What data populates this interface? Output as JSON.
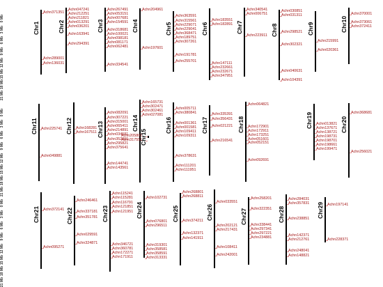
{
  "ruler": {
    "labels": [
      "0 Mb",
      "3 Mb",
      "6 Mb",
      "9 Mb",
      "12 Mb",
      "15 Mb",
      "18 Mb",
      "21 Mb"
    ]
  },
  "rows": [
    {
      "chromosomes": [
        {
          "name": "Chr1",
          "genes": [
            "Achn371351",
            "Achn289001",
            "Achn136031"
          ]
        },
        {
          "name": "Chr2",
          "genes": [
            "Achn047241",
            "Achn212251",
            "Achn211821",
            "Achn013291",
            "Achn036201",
            "Achn163941",
            "Achn294391"
          ]
        },
        {
          "name": "Chr3",
          "genes": [
            "Achn267491",
            "Achn053151",
            "Achn007681",
            "Achn154591",
            "Achn318681",
            "Achn100021",
            "Achn098181",
            "Achn081171",
            "Achn062481",
            "Achn334541"
          ]
        },
        {
          "name": "Chr4",
          "genes": [
            "Achn204961",
            "Achn197601"
          ]
        },
        {
          "name": "Chr5",
          "genes": [
            "Achn363591",
            "Achn315561",
            "Achn229071",
            "Achn229041",
            "Achn368471",
            "Achn189751",
            "Achn307261",
            "Achn191781",
            "Achn255701"
          ]
        },
        {
          "name": "Chr6",
          "genes": [
            "Achn183551",
            "Achn182891",
            "Achn147111",
            "Achn232661",
            "Achn232671",
            "Achn347951"
          ]
        },
        {
          "name": "Chr7",
          "genes": [
            "Achn340541",
            "Achn006751",
            "Achn223911"
          ]
        },
        {
          "name": "Chr8",
          "genes": [
            "Achn030851",
            "Achn031311",
            "Achn298521",
            "Achn302321",
            "Achn040631",
            "Achn104391"
          ]
        },
        {
          "name": "Chr9",
          "genes": [
            "Achn215991",
            "Achn020361"
          ]
        },
        {
          "name": "Chr10",
          "genes": [
            "Achn370001",
            "Achn373061",
            "Achn372411"
          ]
        }
      ]
    },
    {
      "chromosomes": [
        {
          "name": "Chr11",
          "genes": [
            "Achn225741",
            "Achn049881"
          ]
        },
        {
          "name": "Chr12",
          "genes": [
            "Achn168281",
            "Achn167511"
          ]
        },
        {
          "name": "Chr13",
          "genes": [
            "Achn082091",
            "Achn307221",
            "Achn315001",
            "Achn065411",
            "Achn214891",
            "Achn034581",
            "Achn352391",
            "Achn295821",
            "Achn375641",
            "Achn144741",
            "Achn143561"
          ]
        },
        {
          "name": "Chr14",
          "genes": [
            "Achn165731",
            "Achn302471",
            "Achn302461",
            "Achn027081"
          ]
        },
        {
          "name": "Chr15",
          "genes": [
            "Achn205801",
            "Achn317551"
          ]
        },
        {
          "name": "Chr16",
          "genes": [
            "Achn005711",
            "Achn380841",
            "Achn001361",
            "Achn001581",
            "Achn109411",
            "Achn109311",
            "Achn378631",
            "Achn111201",
            "Achn111951"
          ]
        },
        {
          "name": "Chr17",
          "genes": [
            "Achn335391",
            "Achn356431",
            "Achn021221",
            "Achn216541"
          ]
        },
        {
          "name": "Chr18",
          "genes": [
            "Achn064821",
            "Achn172901",
            "Achn172911",
            "Achn173251",
            "Achn051601",
            "Achn052151",
            "Achn092691"
          ]
        },
        {
          "name": "Chr19",
          "genes": [
            "Achn013821",
            "Achn137671",
            "Achn138721",
            "Achn198731",
            "Achn198701",
            "Achn198661",
            "Achn199471"
          ]
        },
        {
          "name": "Chr20",
          "genes": [
            "Achn368681",
            "Achn256021"
          ]
        }
      ]
    },
    {
      "chromosomes": [
        {
          "name": "Chr21",
          "genes": [
            "Achn372141",
            "Achn095271"
          ]
        },
        {
          "name": "Chr22",
          "genes": [
            "Achn246461",
            "Achn337181",
            "Achn351781",
            "Achn029591",
            "Achn324871"
          ]
        },
        {
          "name": "Chr23",
          "genes": [
            "Achn115241",
            "Achn115281",
            "Achn116791",
            "Achn121851",
            "Achn121951",
            "Achn346721",
            "Achn360781",
            "Achn172271",
            "Achn171911"
          ]
        },
        {
          "name": "Chr24",
          "genes": [
            "Achn102731",
            "Achn076801",
            "Achn296511",
            "Achn319301",
            "Achn358581",
            "Achn358591",
            "Achn313331"
          ]
        },
        {
          "name": "Chr25",
          "genes": [
            "Achn268801",
            "Achn268811",
            "Achn374211",
            "Achn132371",
            "Achn141911"
          ]
        },
        {
          "name": "Chr26",
          "genes": [
            "Achn033551",
            "Achn202121",
            "Achn217431",
            "Achn108411",
            "Achn242001"
          ]
        },
        {
          "name": "Chr27",
          "genes": [
            "Achn258201",
            "Achn322351",
            "Achn338441",
            "Achn297341",
            "Achn297221",
            "Achn234881"
          ]
        },
        {
          "name": "Chr28",
          "genes": [
            "Achn284031",
            "Achn357831",
            "Achn238851",
            "Achn142371",
            "Achn212761",
            "Achn248041",
            "Achn148821"
          ]
        },
        {
          "name": "Chr29",
          "genes": [
            "Achn197141",
            "Achn228371"
          ]
        }
      ]
    }
  ]
}
